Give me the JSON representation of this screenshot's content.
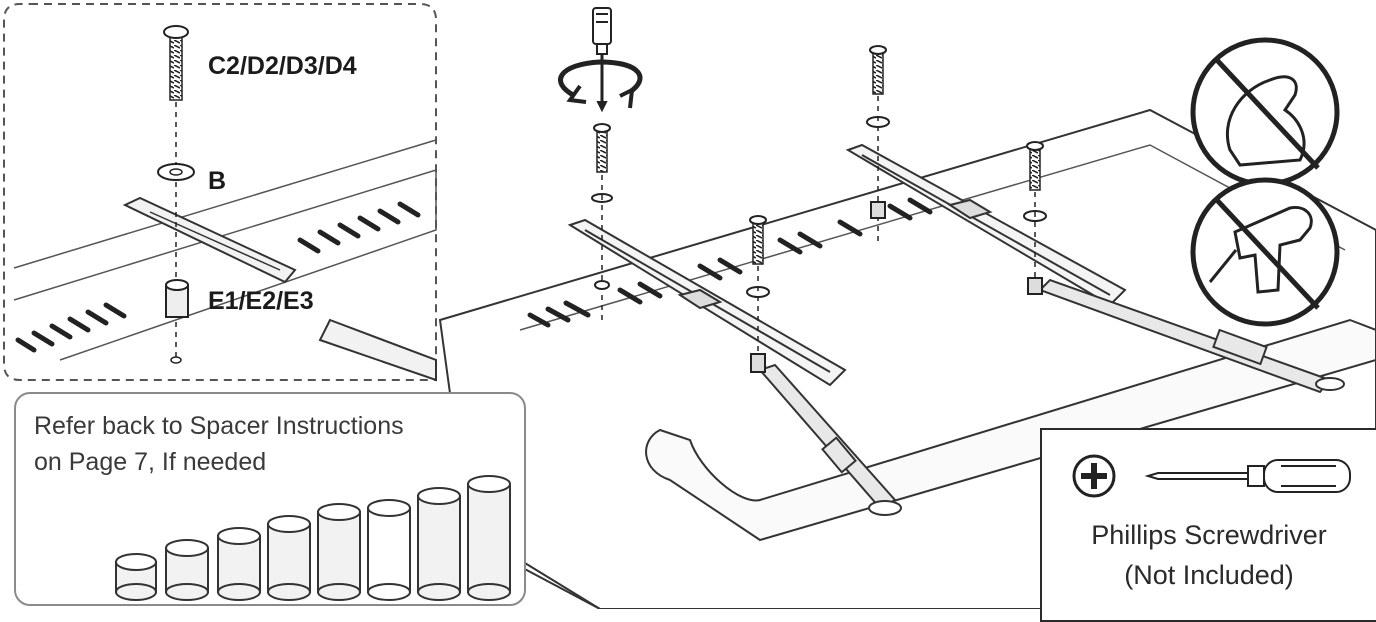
{
  "detail_callout": {
    "screw_label": "C2/D2/D3/D4",
    "washer_label": "B",
    "spacer_label": "E1/E2/E3"
  },
  "spacer_note": {
    "line1": "Refer back to Spacer Instructions",
    "line2": "on Page 7, If needed"
  },
  "tool_box": {
    "name": "Phillips Screwdriver",
    "note": "(Not Included)"
  },
  "icons": {
    "rotation": "rotate-arrows-icon",
    "screwdriver_top": "screwdriver-icon",
    "no_force": "no-force-icon",
    "no_power_drill": "no-power-drill-icon",
    "phillips": "phillips-head-icon"
  }
}
